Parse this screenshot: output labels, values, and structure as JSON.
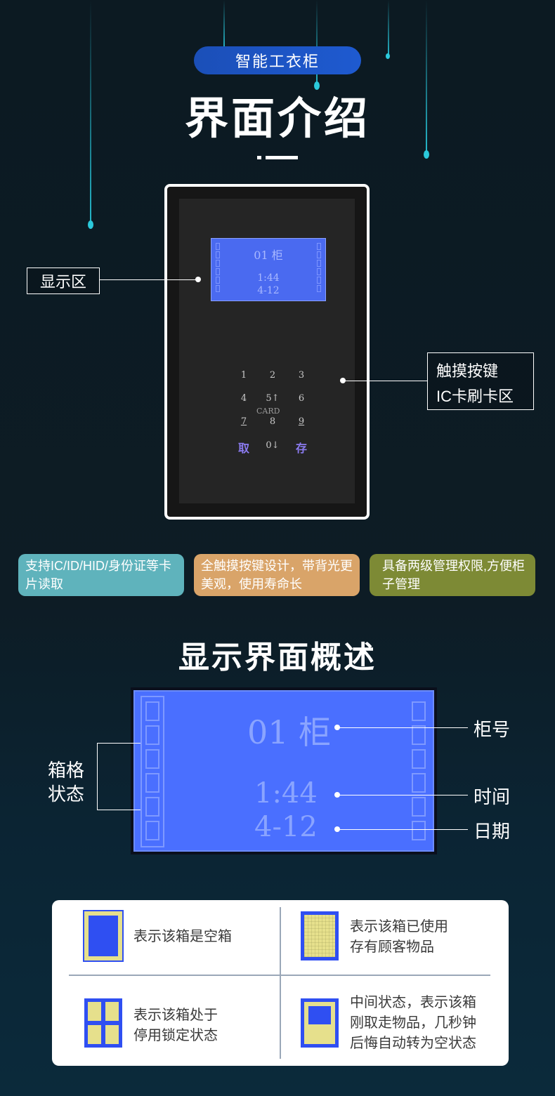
{
  "header": {
    "pill_label": "智能工衣柜",
    "title": "界面介绍"
  },
  "device": {
    "screen": {
      "cabinet": "01 柜",
      "time": "1:44",
      "date": "4-12"
    },
    "keys": [
      "1",
      "2",
      "3",
      "4",
      "5↑",
      "6",
      "7",
      "8",
      "9"
    ],
    "card_label": "CARD",
    "take_label": "取",
    "zero_key": "0↓",
    "store_label": "存"
  },
  "callouts": {
    "display_area": "显示区",
    "touch_keys": "触摸按键",
    "ic_card_area": "IC卡刷卡区"
  },
  "features": [
    {
      "text": "支持IC/ID/HID/身份证等卡片读取",
      "color": "#5fb3bc"
    },
    {
      "text": "全触摸按键设计，带背光更美观，使用寿命长",
      "color": "#d9a469"
    },
    {
      "text": "具备两级管理权限,方便柜子管理",
      "color": "#7d8a35"
    }
  ],
  "overview": {
    "title": "显示界面概述",
    "cabinet_text": "01 柜",
    "time_text": "1:44",
    "date_text": "4-12",
    "label_cabinet_no": "柜号",
    "label_time": "时间",
    "label_date": "日期",
    "label_box_status_1": "箱格",
    "label_box_status_2": "状态"
  },
  "legend": {
    "items": [
      {
        "line1": "表示该箱是空箱",
        "line2": "",
        "line3": ""
      },
      {
        "line1": "表示该箱已使用",
        "line2": "存有顾客物品",
        "line3": ""
      },
      {
        "line1": "表示该箱处于",
        "line2": "停用锁定状态",
        "line3": ""
      },
      {
        "line1": "中间状态，表示该箱",
        "line2": "刚取走物品，几秒钟",
        "line3": "后悔自动转为空状态"
      }
    ]
  },
  "colors": {
    "lcd_blue": "#4a6fff",
    "accent_cyan": "#2bc9db",
    "pill_blue": "#1e5ad0"
  }
}
